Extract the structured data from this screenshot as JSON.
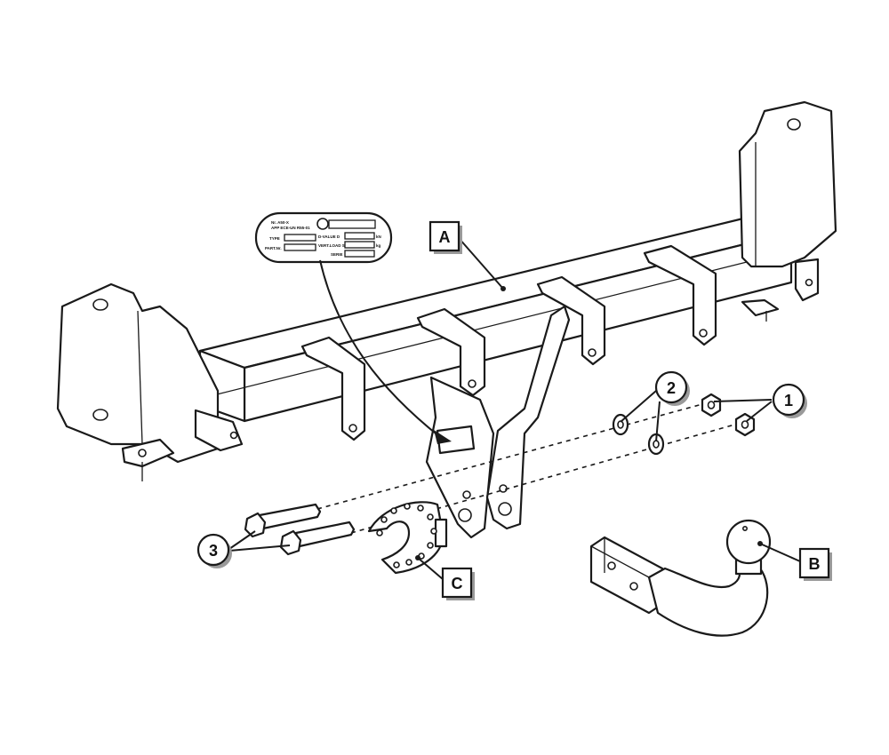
{
  "callouts": {
    "part_A": "A",
    "part_B": "B",
    "part_C": "C",
    "nuts": "1",
    "washers": "2",
    "bolts": "3"
  },
  "plate": {
    "line1": "Nr. A50-X",
    "line2": "APP ECE-UN R55-01",
    "type_label": "TYPE",
    "part_label": "PART.Nr.",
    "value_d_label": "D-VALUE D",
    "value_s_label": "VERT.LOAD S",
    "unit_kn": "kN",
    "unit_kg": "kg",
    "serial_label": "SERIE"
  },
  "colors": {
    "line": "#1a1a1a",
    "shadow": "#9a9a9a",
    "accent_ball": "#d8d8d8"
  }
}
